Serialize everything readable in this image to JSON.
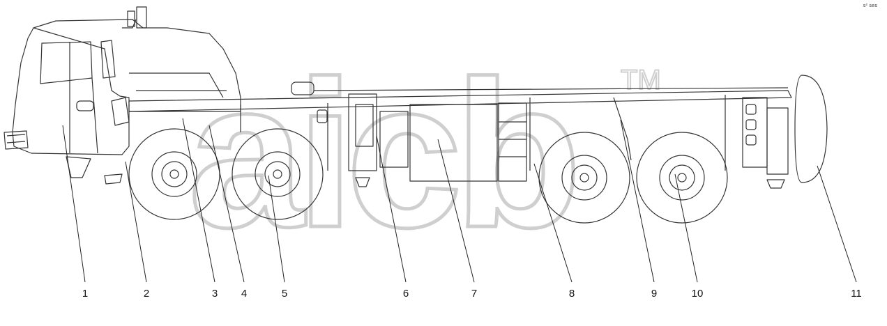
{
  "diagram": {
    "corner_code": "s² ses",
    "watermark": {
      "text": "aicb",
      "trademark": "TM"
    },
    "callouts": [
      {
        "label": "1"
      },
      {
        "label": "2"
      },
      {
        "label": "3"
      },
      {
        "label": "4"
      },
      {
        "label": "5"
      },
      {
        "label": "6"
      },
      {
        "label": "7"
      },
      {
        "label": "8"
      },
      {
        "label": "9"
      },
      {
        "label": "10"
      },
      {
        "label": "11"
      }
    ]
  }
}
